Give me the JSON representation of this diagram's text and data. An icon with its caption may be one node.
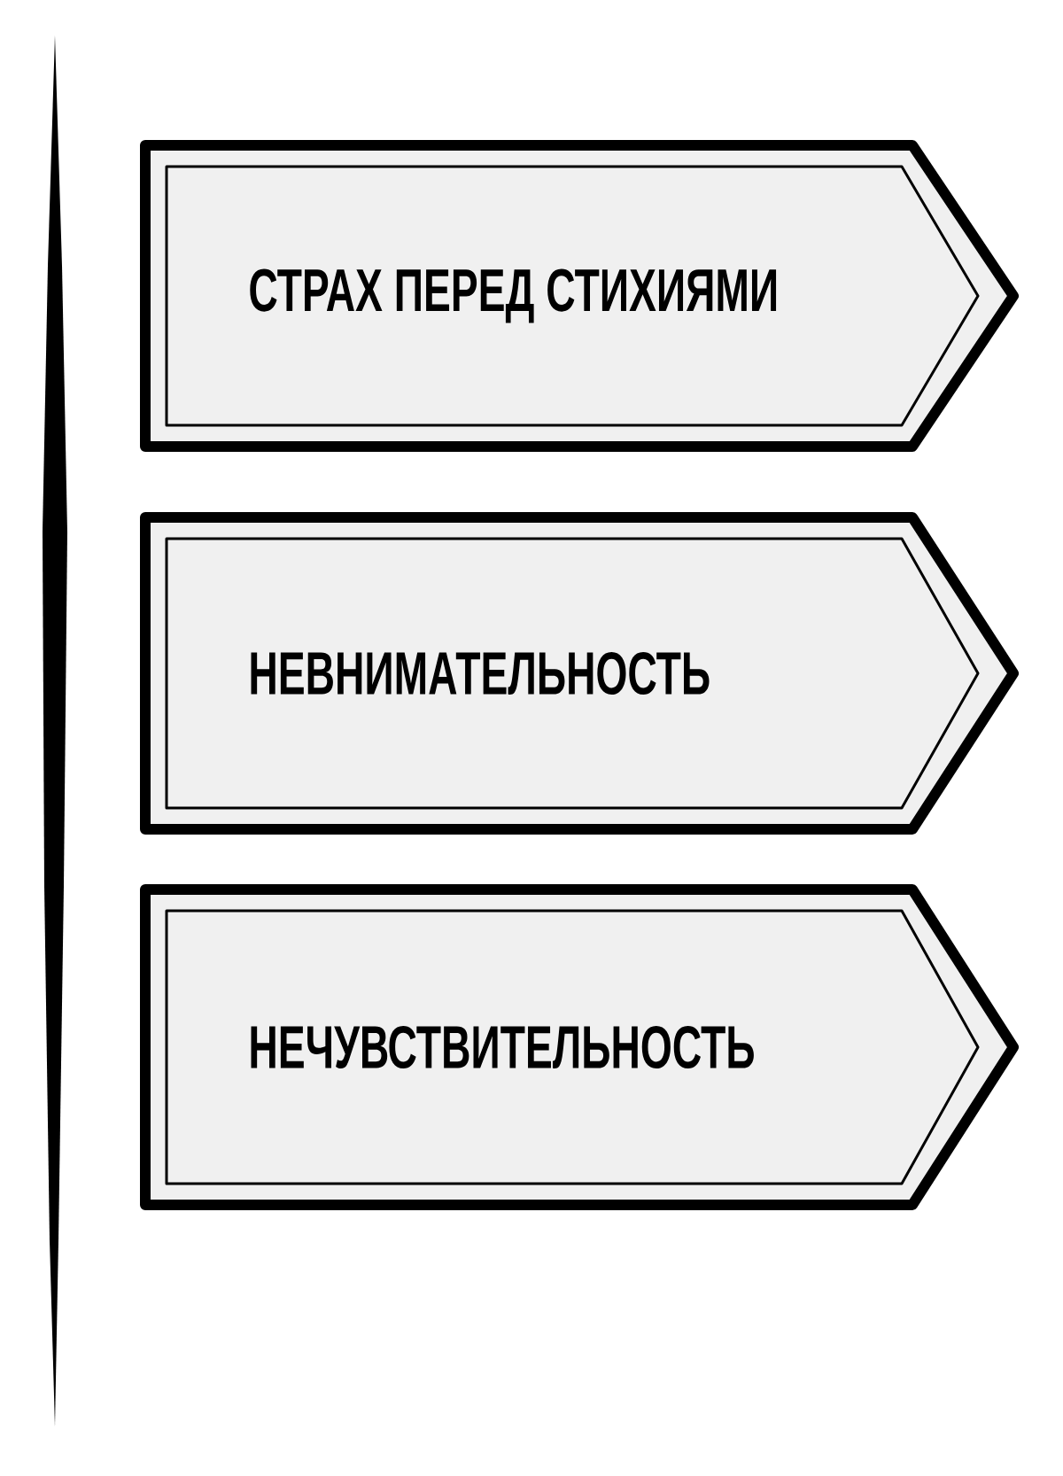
{
  "diagram": {
    "nodes": [
      {
        "text": [
          "СТРАХ ПЕРЕД СТИХИЯМИ"
        ]
      },
      {
        "text": [
          "НЕВНИМАТЕЛЬНОСТЬ"
        ]
      },
      {
        "text": [
          "НЕЧУВСТВИТЕЛЬНОСТЬ"
        ]
      }
    ]
  }
}
